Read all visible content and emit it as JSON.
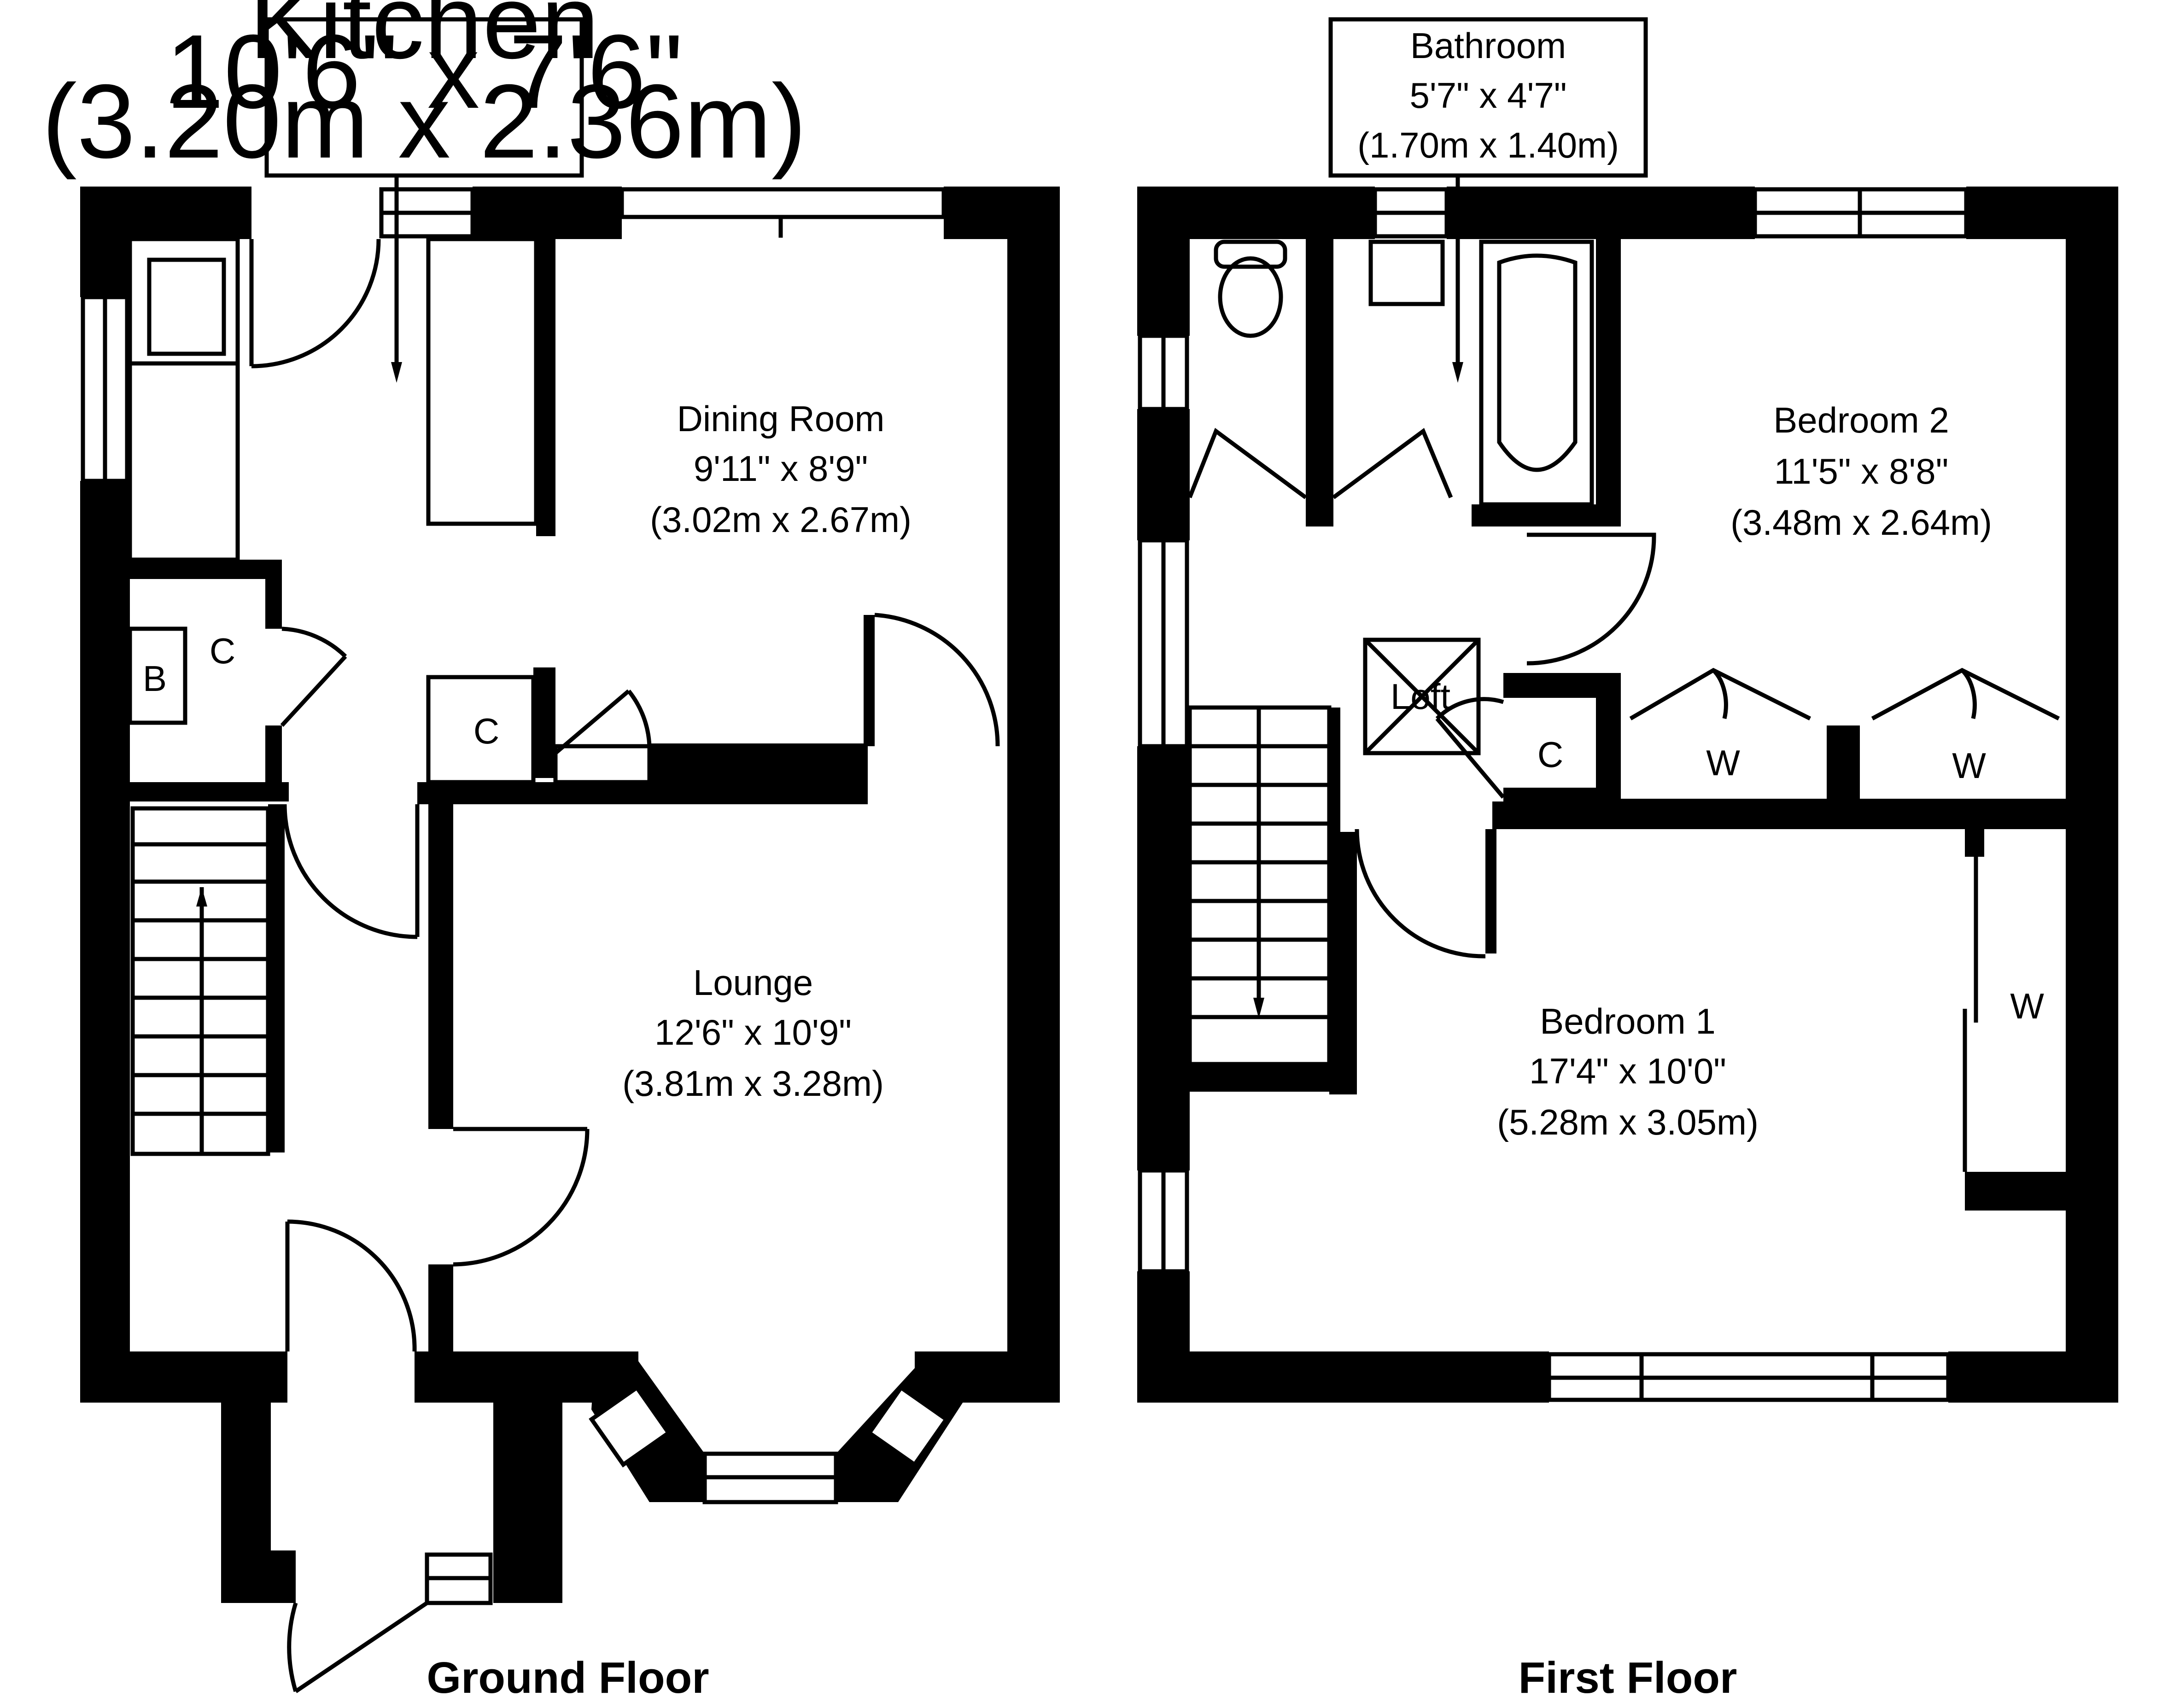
{
  "plans": {
    "ground_floor": {
      "title": "Ground Floor",
      "kitchen": {
        "name": "Kitchen",
        "imperial": "10'6\" x 7'6\"",
        "metric": "(3.20m x 2.36m)"
      },
      "dining_room": {
        "name": "Dining Room",
        "imperial": "9'11\" x 8'9\"",
        "metric": "(3.02m x 2.67m)"
      },
      "lounge": {
        "name": "Lounge",
        "imperial": "12'6\" x 10'9\"",
        "metric": "(3.81m x 3.28m)"
      },
      "boiler_label": "B",
      "cupboard_label": "C",
      "cupboard2_label": "C"
    },
    "first_floor": {
      "title": "First Floor",
      "bathroom": {
        "name": "Bathroom",
        "imperial": "5'7\" x 4'7\"",
        "metric": "(1.70m x 1.40m)"
      },
      "bedroom_2": {
        "name": "Bedroom 2",
        "imperial": "11'5\" x 8'8\"",
        "metric": "(3.48m x 2.64m)"
      },
      "bedroom_1": {
        "name": "Bedroom 1",
        "imperial": "17'4\" x 10'0\"",
        "metric": "(5.28m x 3.05m)"
      },
      "loft_label": "Loft",
      "cupboard_label": "C",
      "wardrobe_1": "W",
      "wardrobe_2": "W",
      "wardrobe_3": "W"
    }
  }
}
